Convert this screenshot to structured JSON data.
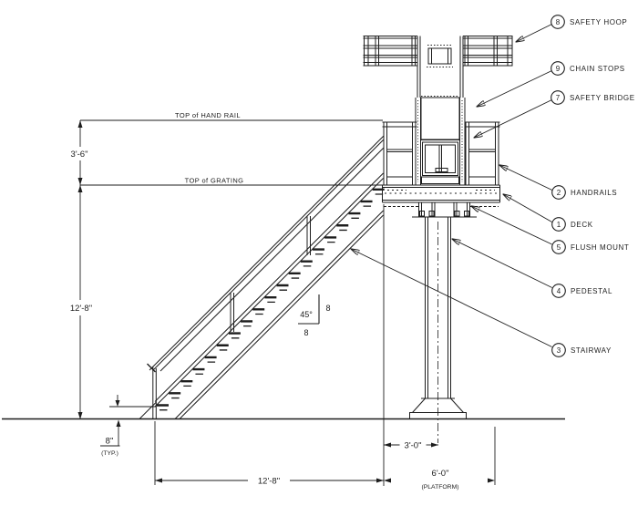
{
  "drawing": {
    "labels": {
      "top_of_hand_rail": "TOP of HAND RAIL",
      "top_of_grating": "TOP of GRATING"
    },
    "dims": {
      "rail_height": "3'-6\"",
      "total_height": "12'-8\"",
      "stair_run": "12'-8\"",
      "pedestal_offset": "3'-0\"",
      "platform_width": "6'-0\"",
      "platform_note": "(PLATFORM)",
      "riser": "8\"",
      "riser_note": "(TYP.)"
    },
    "slope": {
      "angle": "45°",
      "rise": "8",
      "run": "8"
    },
    "callouts": [
      {
        "num": "8",
        "label": "SAFETY HOOP"
      },
      {
        "num": "9",
        "label": "CHAIN STOPS"
      },
      {
        "num": "7",
        "label": "SAFETY BRIDGE"
      },
      {
        "num": "2",
        "label": "HANDRAILS"
      },
      {
        "num": "1",
        "label": "DECK"
      },
      {
        "num": "5",
        "label": "FLUSH MOUNT"
      },
      {
        "num": "4",
        "label": "PEDESTAL"
      },
      {
        "num": "3",
        "label": "STAIRWAY"
      }
    ],
    "colors": {
      "line": "#1d1d1d",
      "background": "#ffffff"
    }
  }
}
